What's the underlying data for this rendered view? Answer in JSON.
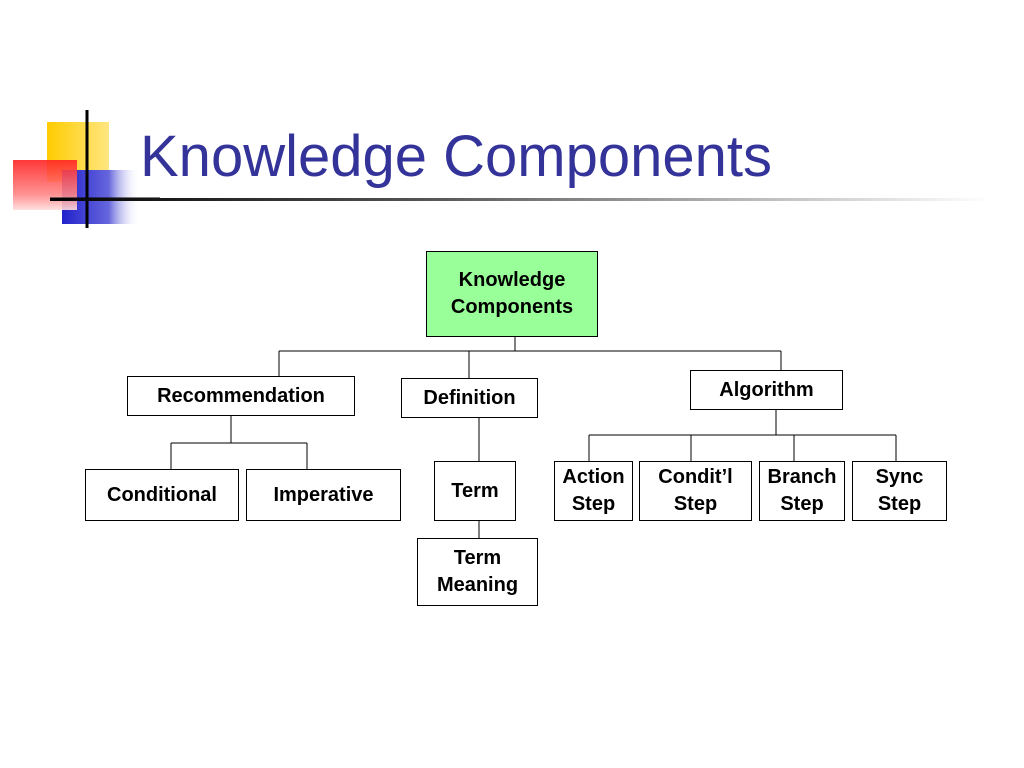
{
  "slide": {
    "title": "Knowledge Components"
  },
  "colors": {
    "title": "#333399",
    "root_fill": "#99ff99",
    "deco_yellow": "#ffcc00",
    "deco_blue": "#3333cc",
    "deco_red": "#ff3333"
  },
  "tree": {
    "root": "Knowledge\nComponents",
    "recommendation": {
      "label": "Recommendation",
      "children": [
        "Conditional",
        "Imperative"
      ]
    },
    "definition": {
      "label": "Definition",
      "term": "Term",
      "term_meaning": "Term\nMeaning"
    },
    "algorithm": {
      "label": "Algorithm",
      "children": [
        "Action\nStep",
        "Condit’l\nStep",
        "Branch\nStep",
        "Sync\nStep"
      ]
    }
  }
}
